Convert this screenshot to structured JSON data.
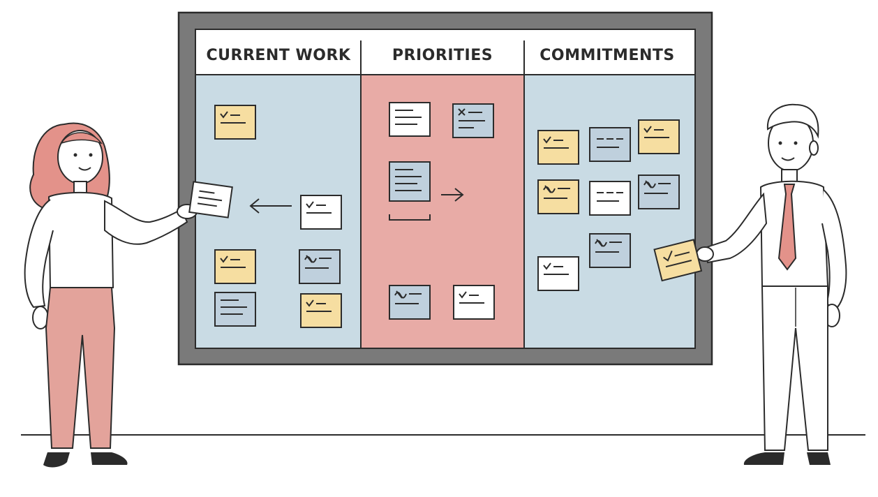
{
  "board": {
    "columns": [
      {
        "title": "CURRENT WORK",
        "color": "#c9dbe4"
      },
      {
        "title": "PRIORITIES",
        "color": "#e8aba6"
      },
      {
        "title": "COMMITMENTS",
        "color": "#c9dbe4"
      }
    ],
    "frame_color": "#7a7a7a",
    "header_color": "#ffffff"
  },
  "palette": {
    "note_yellow": "#f6dea1",
    "note_blue": "#bfd0dd",
    "note_white": "#ffffff",
    "ink": "#2b2b2b",
    "pants_pink": "#e3a39b",
    "hair_pink": "#e3928a",
    "tie_pink": "#e3928a"
  },
  "icons": {
    "move_left": "arrow-left-icon",
    "move_right": "arrow-right-icon",
    "note_mark_check": "check-mark-icon",
    "note_mark_x": "x-mark-icon",
    "note_mark_scribble": "scribble-mark-icon"
  },
  "figures": [
    "woman-presenter",
    "man-presenter"
  ]
}
